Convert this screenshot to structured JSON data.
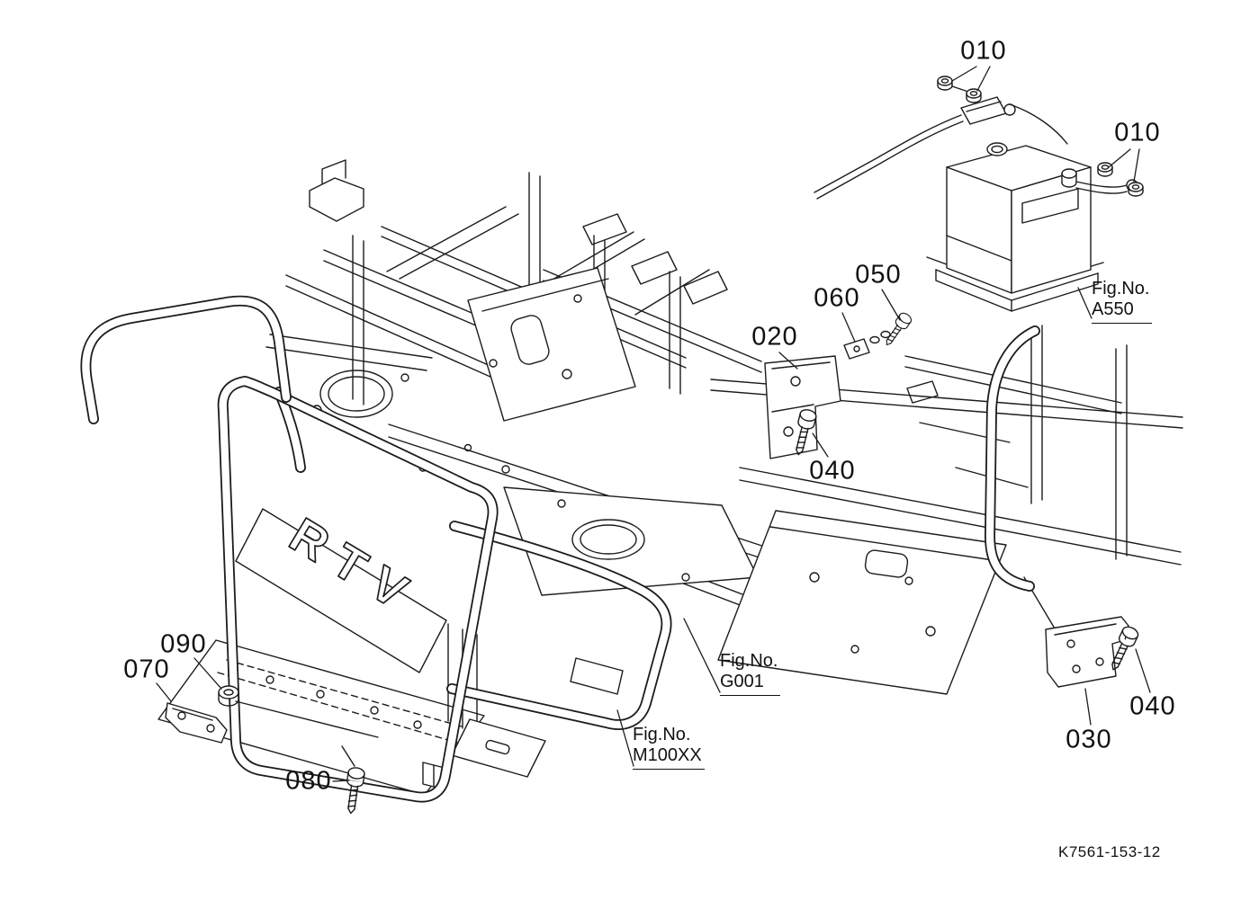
{
  "diagram": {
    "callouts": {
      "c010a": "010",
      "c010b": "010",
      "c020": "020",
      "c030": "030",
      "c040a": "040",
      "c040b": "040",
      "c050": "050",
      "c060": "060",
      "c070": "070",
      "c080": "080",
      "c090": "090"
    },
    "fig_refs": {
      "a550": {
        "prefix": "Fig.No.",
        "code": "A550"
      },
      "g001": {
        "prefix": "Fig.No.",
        "code": "G001"
      },
      "m100xx": {
        "prefix": "Fig.No.",
        "code": "M100XX"
      }
    },
    "frame_logo": "RTV",
    "drawing_number": "K7561-153-12"
  }
}
